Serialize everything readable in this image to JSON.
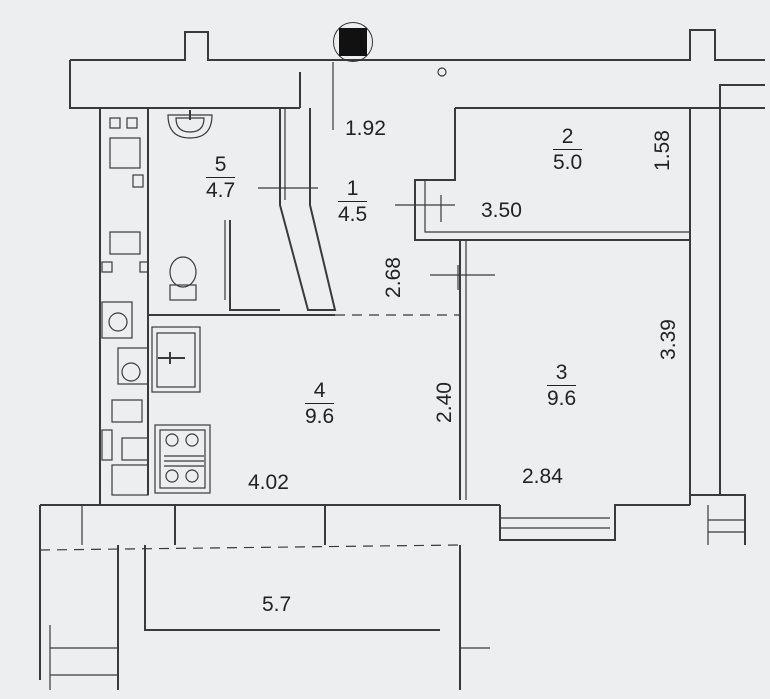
{
  "rooms": [
    {
      "number": "1",
      "area": "4.5"
    },
    {
      "number": "2",
      "area": "5.0"
    },
    {
      "number": "3",
      "area": "9.6"
    },
    {
      "number": "4",
      "area": "9.6"
    },
    {
      "number": "5",
      "area": "4.7"
    }
  ],
  "balcony": {
    "area": "5.7"
  },
  "dimensions": {
    "corridor_width": "1.92",
    "room2_width": "3.50",
    "room2_depth": "1.58",
    "corridor_length": "2.68",
    "room3_depth": "3.39",
    "room3_width": "2.84",
    "kitchen_depth": "2.40",
    "kitchen_width": "4.02"
  }
}
